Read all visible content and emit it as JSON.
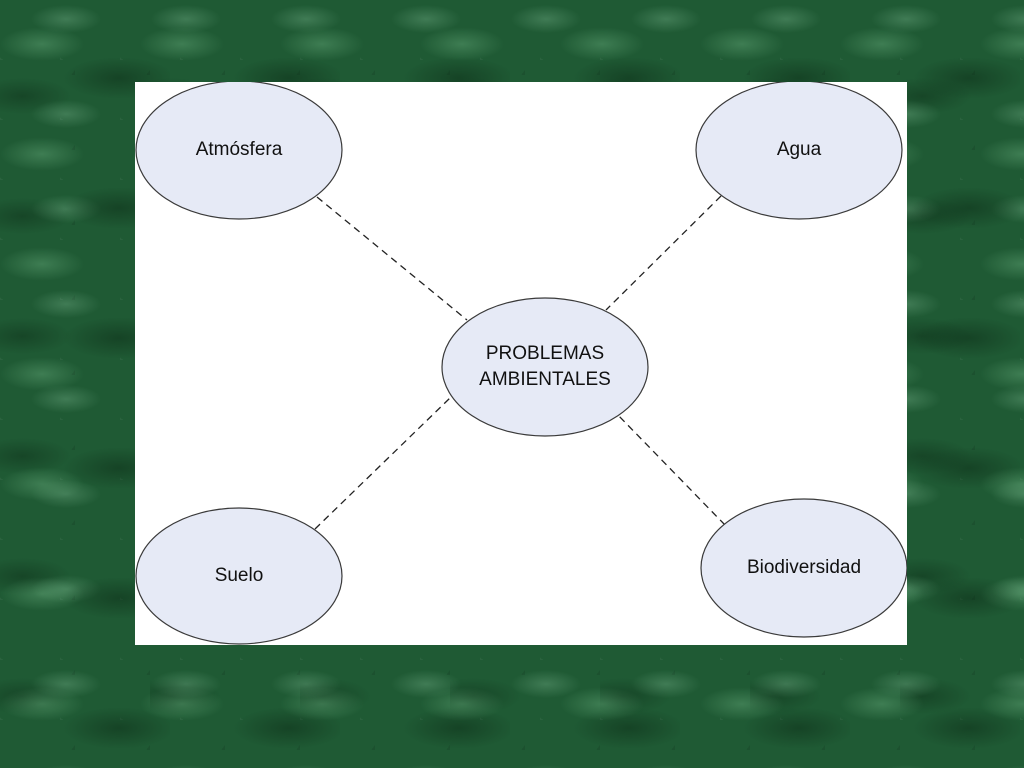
{
  "diagram": {
    "center": {
      "lines": [
        "PROBLEMAS",
        "AMBIENTALES"
      ]
    },
    "nodes": [
      {
        "id": "atmosfera",
        "label": "Atmósfera"
      },
      {
        "id": "agua",
        "label": "Agua"
      },
      {
        "id": "suelo",
        "label": "Suelo"
      },
      {
        "id": "biodiversidad",
        "label": "Biodiversidad"
      }
    ]
  },
  "colors": {
    "background": "#1f5a34",
    "panel": "#ffffff",
    "node_fill": "#e6eaf6",
    "node_stroke": "#3a3a3a"
  }
}
